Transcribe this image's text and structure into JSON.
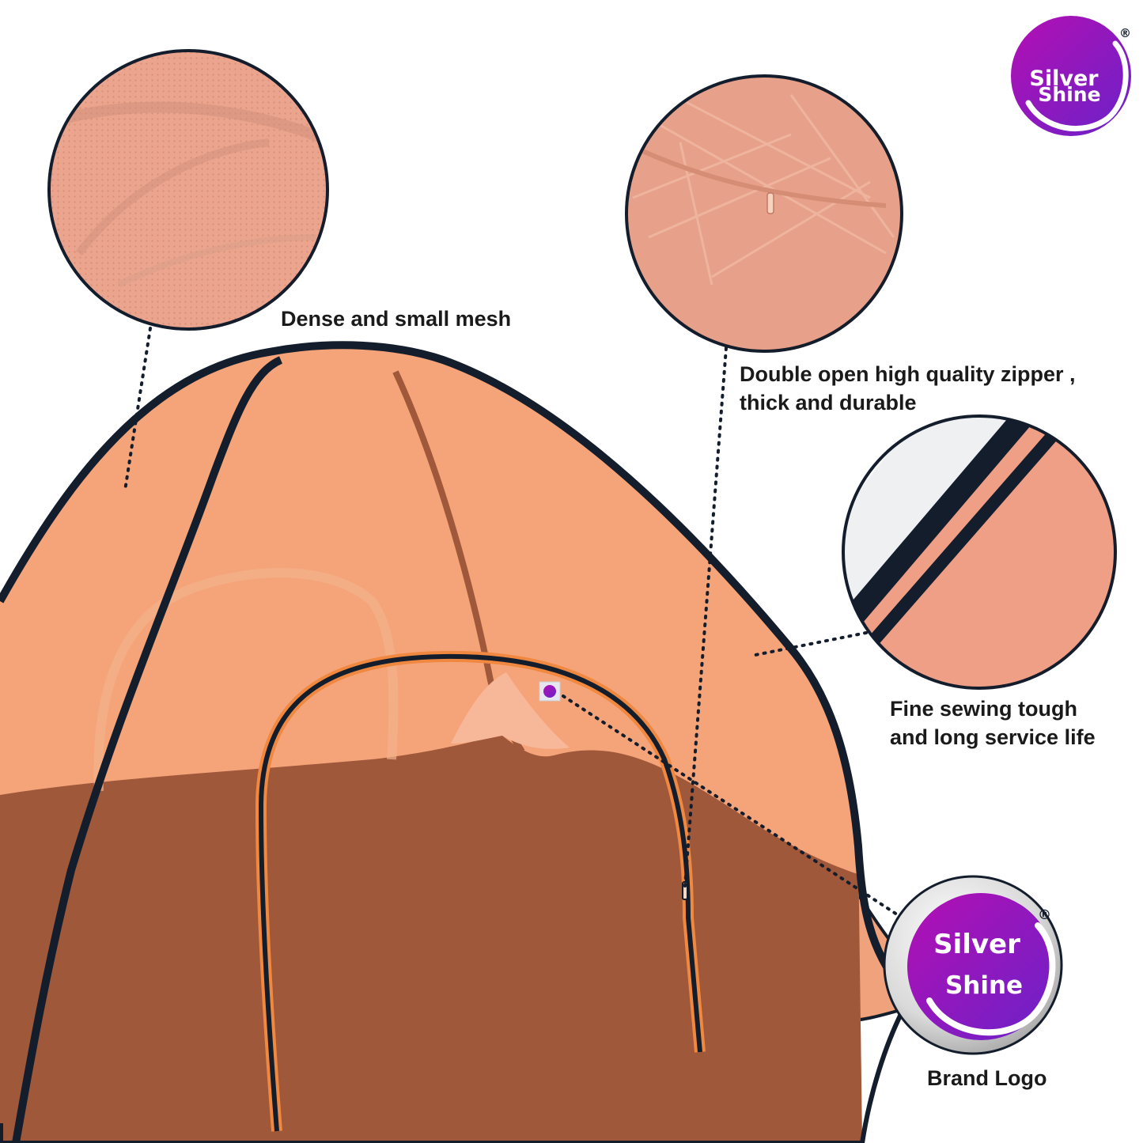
{
  "brand": {
    "line1": "Silver",
    "line2": "Shine",
    "registered": "®",
    "colors": {
      "purple": "#8a12b8",
      "violet": "#6a22c9",
      "magenta": "#b40fb2"
    }
  },
  "callouts": {
    "mesh": "Dense and small mesh",
    "zipper_line1": "Double open high quality zipper ,",
    "zipper_line2": "thick and durable",
    "sewing_line1": "Fine sewing tough",
    "sewing_line2": "and long service life",
    "logo": "Brand Logo"
  },
  "colors": {
    "tent_light": "#f5a479",
    "tent_dark": "#a0583a",
    "frame": "#141d2c",
    "mesh_zoom": "#eba58e"
  }
}
